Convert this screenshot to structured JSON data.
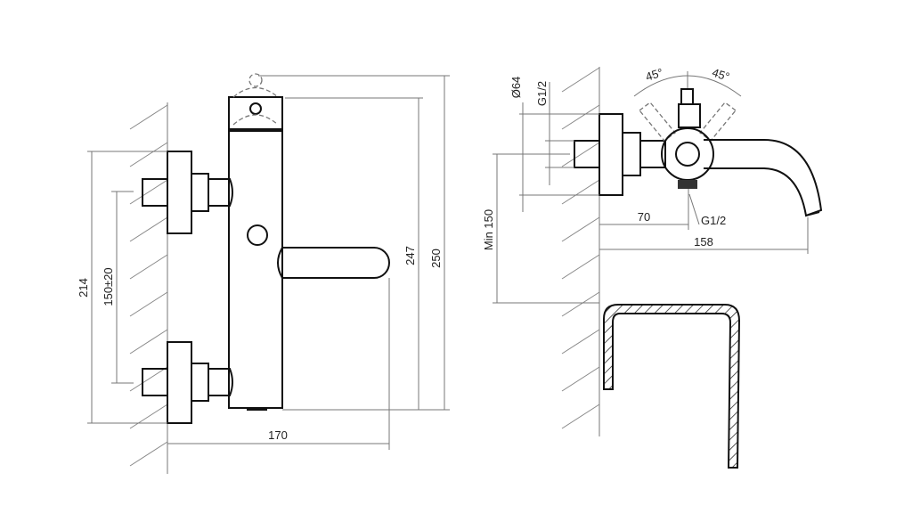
{
  "drawing": {
    "front_view": {
      "dimensions": {
        "overall_height": "250",
        "body_height": "247",
        "flange_span": "214",
        "inlet_spacing": "150±20",
        "projection": "170"
      }
    },
    "side_view": {
      "dimensions": {
        "flange_diameter": "Ø64",
        "inlet_thread": "G1/2",
        "outlet_thread": "G1/2",
        "outlet_offset": "70",
        "spout_reach": "158",
        "min_height": "Min 150",
        "handle_angle_left": "45°",
        "handle_angle_right": "45°"
      }
    },
    "colors": {
      "line": "#111111",
      "dim": "#777777",
      "background": "#ffffff"
    }
  }
}
